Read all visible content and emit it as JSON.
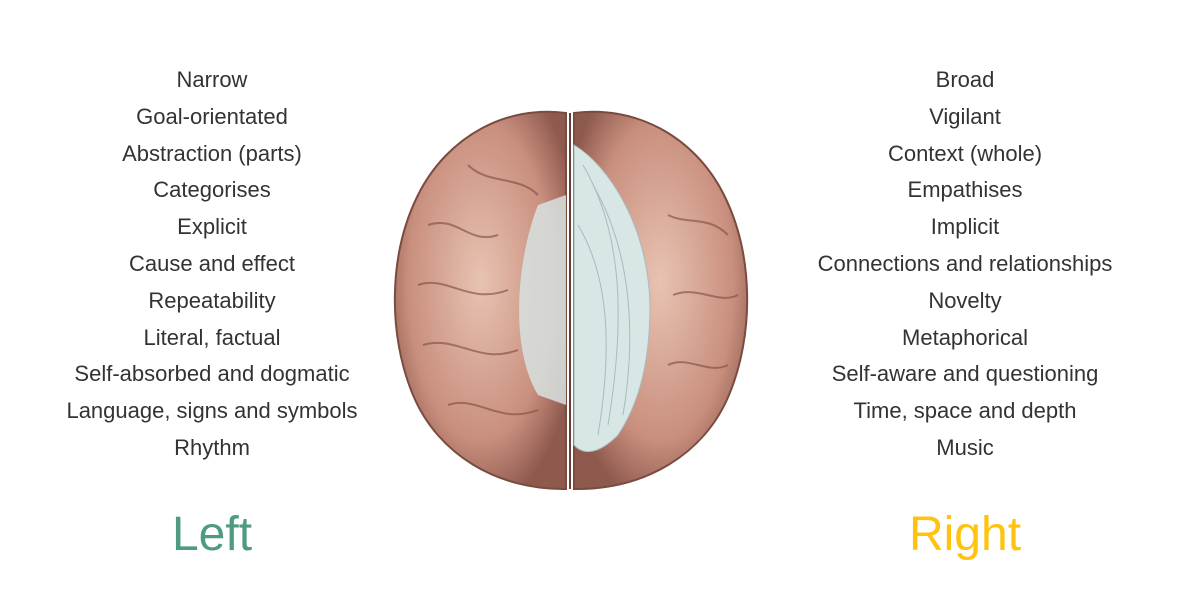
{
  "left": {
    "title": "Left",
    "color": "#4f9a82",
    "items": [
      "Narrow",
      "Goal-orientated",
      "Abstraction (parts)",
      "Categorises",
      "Explicit",
      "Cause and effect",
      "Repeatability",
      "Literal, factual",
      "Self-absorbed and dogmatic",
      "Language, signs and symbols",
      "Rhythm"
    ]
  },
  "right": {
    "title": "Right",
    "color": "#ffc20e",
    "items": [
      "Broad",
      "Vigilant",
      "Context (whole)",
      "Empathises",
      "Implicit",
      "Connections and relationships",
      "Novelty",
      "Metaphorical",
      "Self-aware and questioning",
      "Time, space and depth",
      "Music"
    ]
  }
}
